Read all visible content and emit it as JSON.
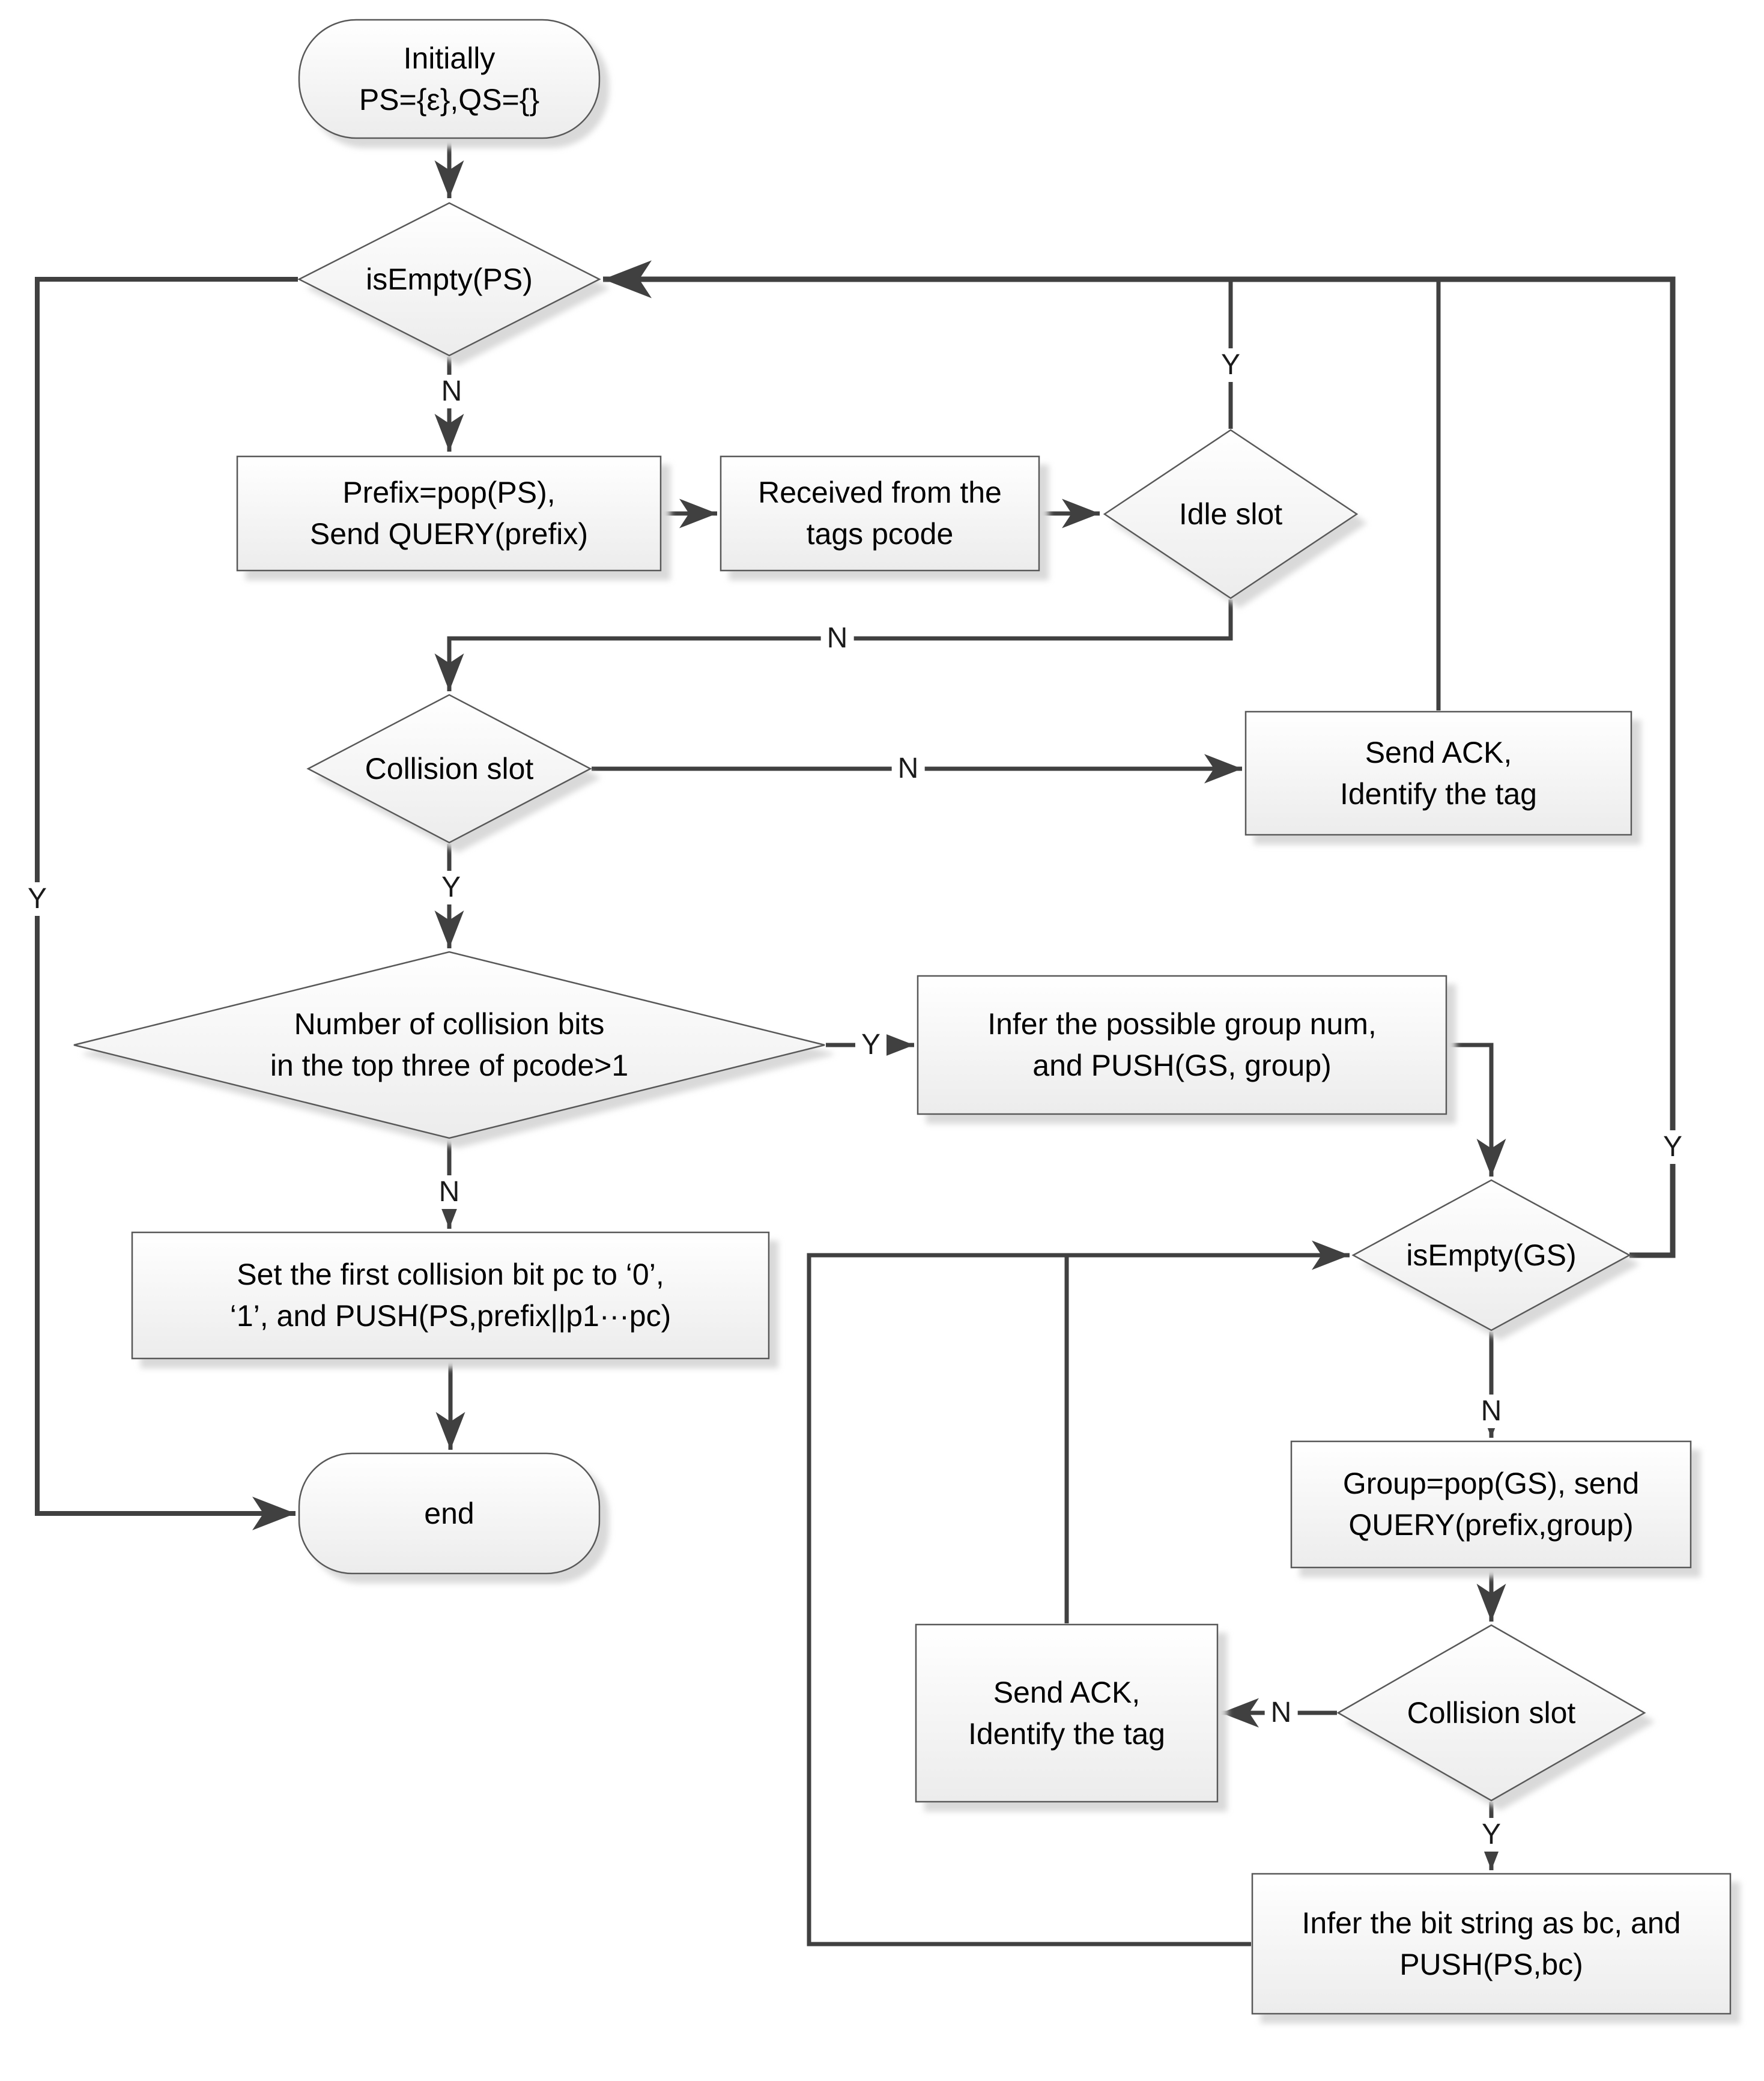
{
  "figure": {
    "title": "Tag identification flowchart",
    "style": {
      "line_color": "#404040",
      "shape_border_color": "#595959",
      "shape_fill_top": "#ffffff",
      "shape_fill_bottom": "#ececec",
      "shadow_color": "#d9d9d9",
      "text_color": "#000000",
      "background": "#ffffff"
    },
    "nodes": {
      "start": {
        "line1": "Initially",
        "line2": "PS={ε},QS={}"
      },
      "isempty_ps": {
        "label": "isEmpty(PS)"
      },
      "prefix_pop": {
        "line1": "Prefix=pop(PS),",
        "line2": "Send QUERY(prefix)"
      },
      "received": {
        "line1": "Received from the",
        "line2": "tags pcode"
      },
      "idle_slot": {
        "label": "Idle slot"
      },
      "collision_slot_1": {
        "label": "Collision slot"
      },
      "send_ack_1": {
        "line1": "Send ACK,",
        "line2": "Identify the tag"
      },
      "collision_bits": {
        "line1": "Number of collision bits",
        "line2": "in the top three of pcode>1"
      },
      "infer_group": {
        "line1": "Infer the possible group num,",
        "line2": "and PUSH(GS, group)"
      },
      "set_first_bit": {
        "line1": "Set the first collision bit pc to ‘0’,",
        "line2": "‘1’, and PUSH(PS,prefix||p1···pc)"
      },
      "end": {
        "label": "end"
      },
      "isempty_gs": {
        "label": "isEmpty(GS)"
      },
      "group_pop": {
        "line1": "Group=pop(GS), send",
        "line2": "QUERY(prefix,group)"
      },
      "collision_slot_2": {
        "label": "Collision slot"
      },
      "send_ack_2": {
        "line1": "Send ACK,",
        "line2": "Identify the tag"
      },
      "infer_bit_string": {
        "line1": "Infer the bit string as bc, and",
        "line2": "PUSH(PS,bc)"
      }
    },
    "edge_labels": {
      "yes": "Y",
      "no": "N"
    }
  }
}
